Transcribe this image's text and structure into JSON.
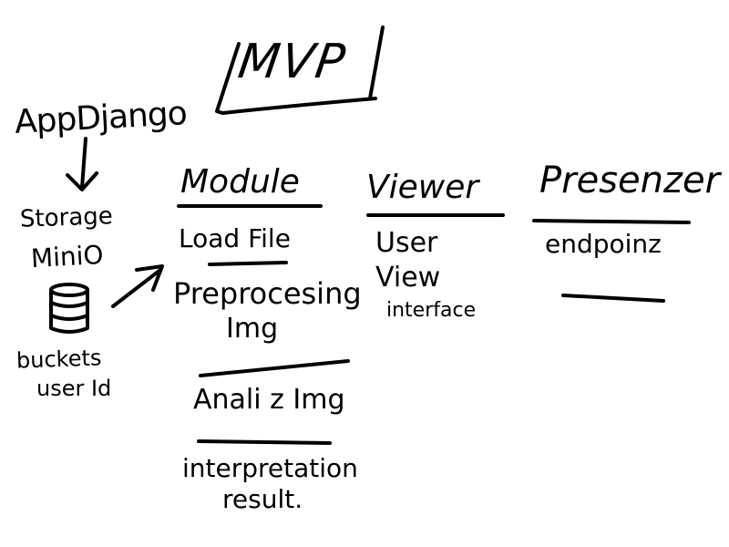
{
  "title": "MVP",
  "app": {
    "label": "AppDjango"
  },
  "storage": {
    "label": "Storage",
    "engine": "MiniO",
    "icon": "database-icon",
    "buckets_line1": "buckets",
    "buckets_line2": "user Id"
  },
  "columns": [
    {
      "title": "Module",
      "items": [
        "Load File",
        "Preprocesing",
        "Img",
        "Anali z Img",
        "interpretation",
        "result."
      ]
    },
    {
      "title": "Viewer",
      "items": [
        "User",
        "View",
        "interface"
      ]
    },
    {
      "title": "Presenzer",
      "items": [
        "endpoinz"
      ]
    }
  ],
  "colors": {
    "ink": "#000000",
    "paper": "#ffffff"
  }
}
